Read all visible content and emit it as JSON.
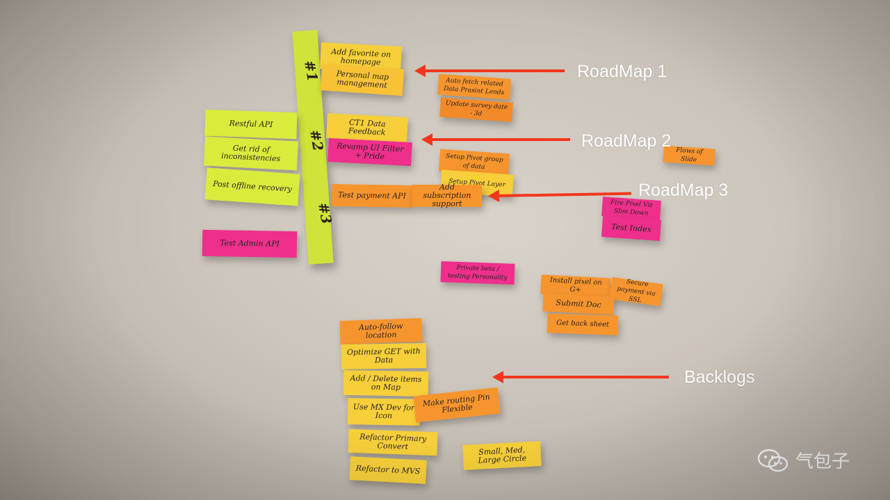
{
  "labels": {
    "roadmap1": "RoadMap 1",
    "roadmap2": "RoadMap 2",
    "roadmap3": "RoadMap 3",
    "backlogs": "Backlogs"
  },
  "watermark": {
    "text": "气包子",
    "icon": "wechat-icon"
  },
  "column_tags": [
    "#1",
    "#2",
    "#3"
  ],
  "notes": {
    "r1_a": "Add favorite on homepage",
    "r1_b": "Personal map management",
    "r1_c": "Auto fetch related Data Prasint Lends",
    "r1_d": "Update survey date - 3d",
    "r2_a": "CT1 Data Feedback",
    "r2_b": "Revamp UI Filter + Pride",
    "r2_c": "Setup Pivot group of data",
    "r2_d": "Setup Pivot Layer",
    "r3_a": "Test payment API",
    "r3_b": "Add subscription support",
    "left_a": "Restful API",
    "left_b": "Get rid of inconsistencies",
    "left_c": "Post offline recovery",
    "left_d": "Test Admin API",
    "mid_a": "Private beta / testing Personality",
    "right_a": "Flows of Slide",
    "right_b": "Fire Pixel Viz Slim Down",
    "right_c": "Test Index",
    "right_d": "Install pixel on G+",
    "right_e": "Submit Doc",
    "right_f": "Secure payment via SSL",
    "right_g": "Get back sheet",
    "bl_a": "Auto-follow location",
    "bl_b": "Optimize GET with Data",
    "bl_c": "Add / Delete items on Map",
    "bl_d": "Use MX Dev for Icon",
    "bl_e": "Make routing Pin Flexible",
    "bl_f": "Refactor Primary Convert",
    "bl_g": "Refactor to MVS",
    "bl_h": "Small, Med, Large Circle"
  }
}
